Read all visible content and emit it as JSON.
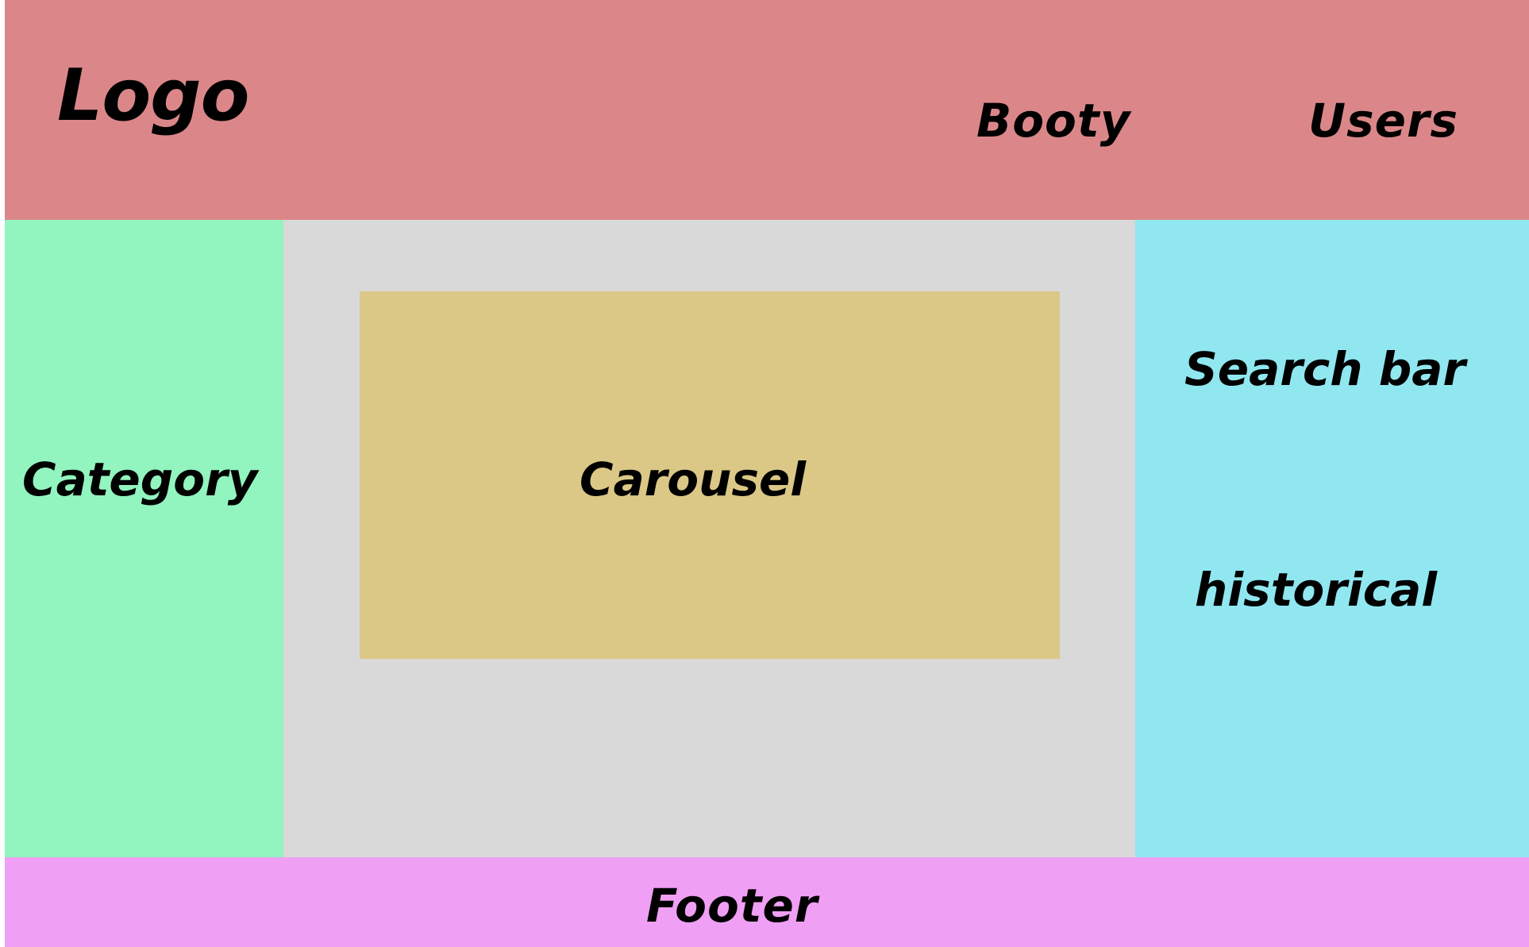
{
  "header": {
    "logo": "Logo",
    "nav": [
      "Booty",
      "Users"
    ],
    "color": "#DB8789"
  },
  "sidebar_left": {
    "label": "Category",
    "color": "#92F4BE"
  },
  "main": {
    "color": "#D9D9D9",
    "carousel": {
      "label": "Carousel",
      "color": "#DBC886"
    }
  },
  "sidebar_right": {
    "search": "Search bar",
    "history": "historical",
    "color": "#90E7F0"
  },
  "footer": {
    "label": "Footer",
    "color": "#EF9FF4"
  }
}
